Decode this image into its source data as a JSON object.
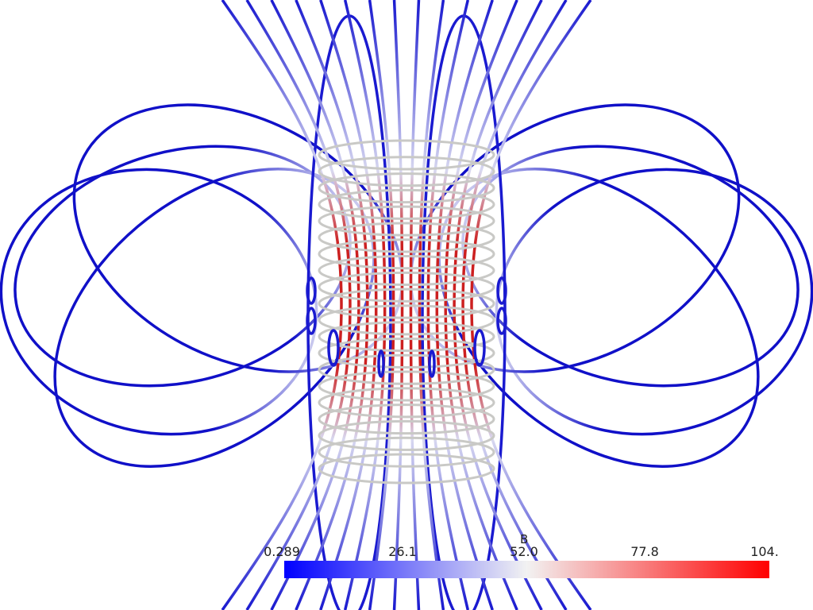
{
  "scene": {
    "field_line_count_outer": 8,
    "coil_ring_count": 20
  },
  "colorbar": {
    "title": "B",
    "tick_labels": [
      "0.289",
      "26.1",
      "52.0",
      "77.8",
      "104."
    ],
    "range": [
      0.289,
      104.0
    ],
    "colors": {
      "low": "#0000ff",
      "mid": "#ffffff",
      "high": "#ff0000"
    }
  }
}
